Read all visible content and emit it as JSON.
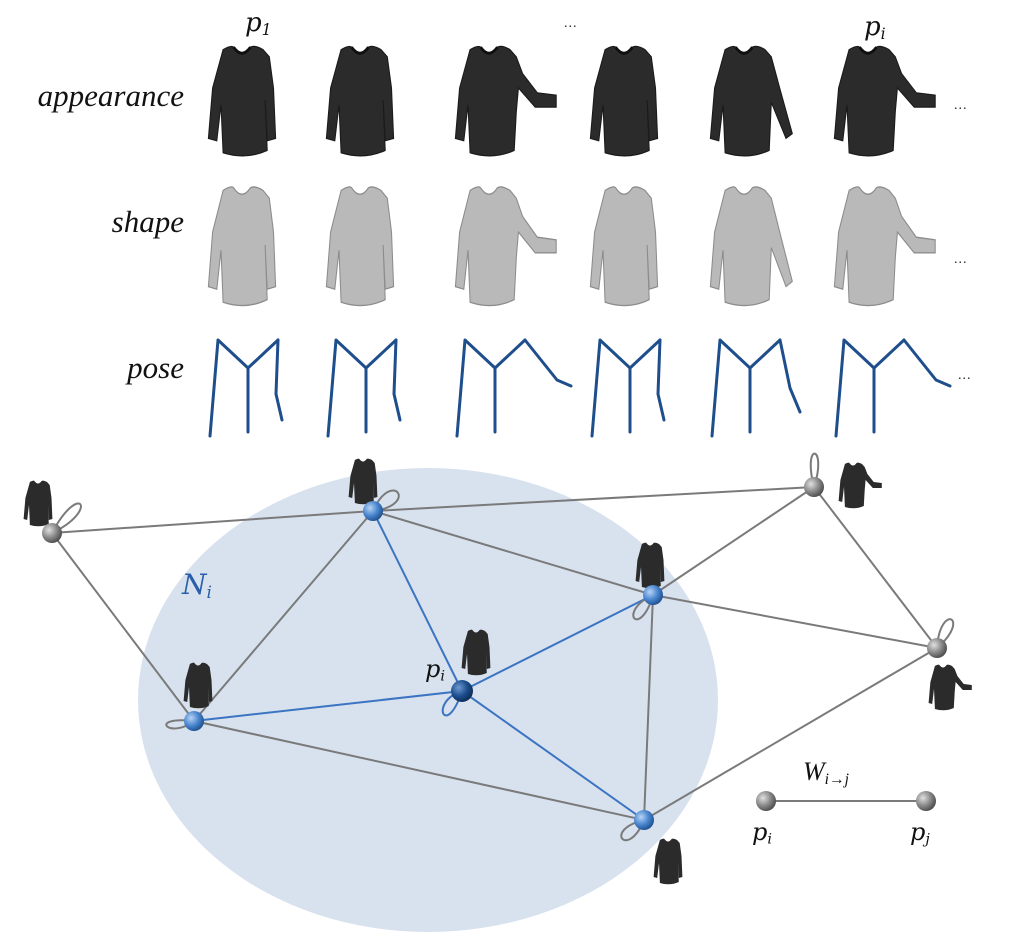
{
  "rows": {
    "appearance": "appearance",
    "shape": "shape",
    "pose": "pose"
  },
  "column_labels": {
    "first": {
      "var": "p",
      "sub": "1"
    },
    "middle_ellipsis": "...",
    "current": {
      "var": "p",
      "sub": "i"
    }
  },
  "row_ellipsis": "...",
  "frames": [
    {
      "id": "f1",
      "arm": "down"
    },
    {
      "id": "f2",
      "arm": "down"
    },
    {
      "id": "f3",
      "arm": "raised"
    },
    {
      "id": "f4",
      "arm": "down"
    },
    {
      "id": "f5",
      "arm": "angled"
    },
    {
      "id": "f6",
      "arm": "raised"
    }
  ],
  "colors": {
    "garment_dark": "#2b2b2b",
    "garment_shape": "#b9b9b9",
    "skeleton": "#1f4e8c",
    "neighborhood_fill": "#d8e2ef",
    "edge_gray": "#7a7a7a",
    "edge_blue": "#3b74c2",
    "node_gray": "#8a8a8a",
    "node_blue": "#4a86cf",
    "node_center": "#1d4f8f",
    "neighborhood_label": "#2a5ea8"
  },
  "graph": {
    "neighborhood_label": {
      "var": "N",
      "sub": "i"
    },
    "center_label": {
      "var": "p",
      "sub": "i"
    },
    "nodes": [
      {
        "id": "a",
        "type": "outer"
      },
      {
        "id": "b",
        "type": "neighbor"
      },
      {
        "id": "c",
        "type": "outer"
      },
      {
        "id": "d",
        "type": "neighbor"
      },
      {
        "id": "e",
        "type": "outer"
      },
      {
        "id": "f",
        "type": "neighbor"
      },
      {
        "id": "center",
        "type": "center"
      },
      {
        "id": "g",
        "type": "neighbor"
      }
    ],
    "edges": [
      {
        "from": "a",
        "to": "b",
        "type": "gray"
      },
      {
        "from": "a",
        "to": "f",
        "type": "gray"
      },
      {
        "from": "b",
        "to": "c",
        "type": "gray"
      },
      {
        "from": "b",
        "to": "d",
        "type": "gray"
      },
      {
        "from": "b",
        "to": "f",
        "type": "gray"
      },
      {
        "from": "b",
        "to": "center",
        "type": "blue"
      },
      {
        "from": "c",
        "to": "d",
        "type": "gray"
      },
      {
        "from": "c",
        "to": "e",
        "type": "gray"
      },
      {
        "from": "d",
        "to": "e",
        "type": "gray"
      },
      {
        "from": "d",
        "to": "center",
        "type": "blue"
      },
      {
        "from": "d",
        "to": "g",
        "type": "gray"
      },
      {
        "from": "f",
        "to": "center",
        "type": "blue"
      },
      {
        "from": "f",
        "to": "g",
        "type": "gray"
      },
      {
        "from": "center",
        "to": "g",
        "type": "blue"
      },
      {
        "from": "e",
        "to": "g",
        "type": "gray"
      }
    ]
  },
  "legend": {
    "edge_label": {
      "var": "W",
      "sub": "i→j"
    },
    "left_node": {
      "var": "p",
      "sub": "i"
    },
    "right_node": {
      "var": "p",
      "sub": "j"
    }
  }
}
